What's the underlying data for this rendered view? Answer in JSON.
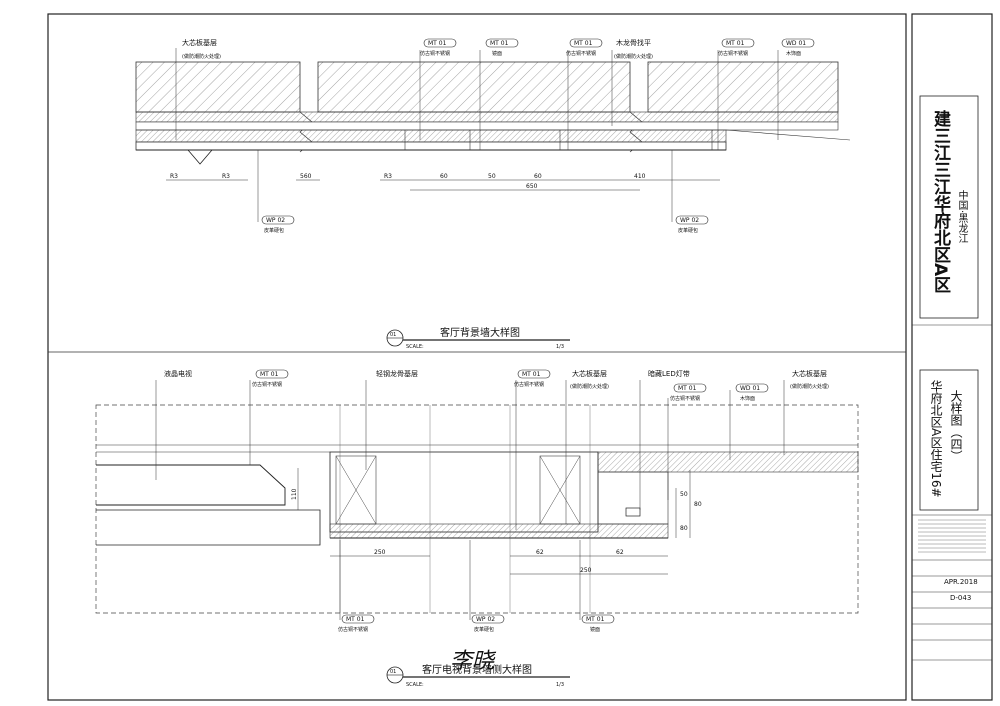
{
  "title_block": {
    "project_name": "建三江三江华府北区A区",
    "location": "中国·黑龙江",
    "drawing_name": "华府北区A区住宅16#",
    "drawing_sub": "大样图（四）",
    "date_value": "APR.2018",
    "sheet_no": "D-043"
  },
  "section1": {
    "number": "01",
    "title": "客厅背景墙大样图",
    "scale_label": "SCALE:",
    "scale_value": "1/3",
    "labels": {
      "core_board": "大芯板基层",
      "fire_treatment": "(做防潮防火处理)",
      "keel_flat": "木龙骨找平",
      "fire_treatment2": "(做防潮防火处理)"
    },
    "tags": [
      {
        "code": "MT 01",
        "text": "仿古铜不锈钢"
      },
      {
        "code": "MT 01",
        "text": "镜面"
      },
      {
        "code": "MT 01",
        "text": "仿古铜不锈钢"
      },
      {
        "code": "MT 01",
        "text": "仿古铜不锈钢"
      },
      {
        "code": "WD 01",
        "text": "木饰面"
      },
      {
        "code": "WP 02",
        "text": "皮革硬包"
      },
      {
        "code": "WP 02",
        "text": "皮革硬包"
      }
    ],
    "dims": [
      "R3",
      "R3",
      "560",
      "R3",
      "60",
      "50",
      "60",
      "650",
      "410"
    ]
  },
  "section2": {
    "number": "01",
    "title": "客厅电视背景墙侧大样图",
    "scale_label": "SCALE:",
    "scale_value": "1/3",
    "labels": {
      "tv": "液晶电视",
      "steel_keel": "轻钢龙骨基层",
      "core_board": "大芯板基层",
      "fire_treatment": "(做防潮防火处理)",
      "led": "暗藏LED灯带",
      "core_board2": "大芯板基层",
      "fire_treatment2": "(做防潮防火处理)"
    },
    "tags": [
      {
        "code": "MT 01",
        "text": "仿古铜不锈钢"
      },
      {
        "code": "MT 01",
        "text": "仿古铜不锈钢"
      },
      {
        "code": "MT 01",
        "text": "仿古铜不锈钢"
      },
      {
        "code": "WD 01",
        "text": "木饰面"
      },
      {
        "code": "MT 01",
        "text": "仿古铜不锈钢"
      },
      {
        "code": "WP 02",
        "text": "皮革硬包"
      },
      {
        "code": "MT 01",
        "text": "镜面"
      }
    ],
    "dims": [
      "110",
      "250",
      "62",
      "62",
      "250",
      "80",
      "80",
      "50"
    ]
  },
  "signature": "李晓"
}
